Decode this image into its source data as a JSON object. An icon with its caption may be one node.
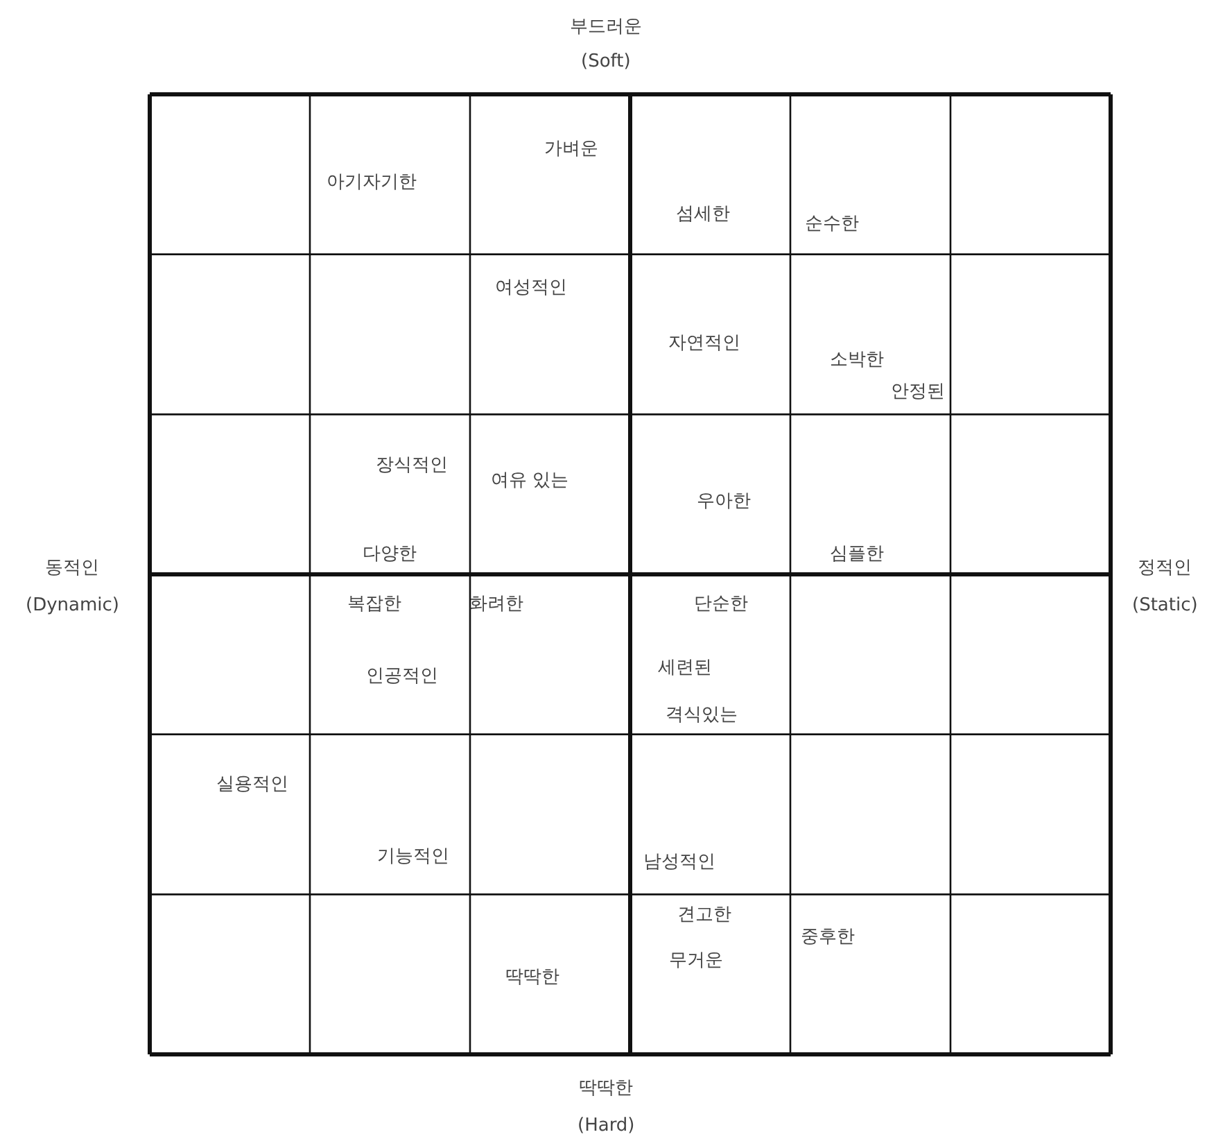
{
  "diagram": {
    "labels": [
      "부드러운",
      "(Soft)",
      "가벼운",
      "아기자기한",
      "섬세한",
      "순수한",
      "여성적인",
      "자연적인",
      "소박한",
      "안정된",
      "장식적인",
      "여유 있는",
      "우아한",
      "다양한",
      "심플한",
      "동적인",
      "정적인",
      "(Dynamic)",
      "복잡한",
      "화려한",
      "단순한",
      "(Static)",
      "세련된",
      "인공적인",
      "격식있는",
      "실용적인",
      "기능적인",
      "남성적인",
      "견고한",
      "중후한",
      "무거운",
      "딱딱한",
      "딱딱한",
      "(Hard)"
    ]
  }
}
